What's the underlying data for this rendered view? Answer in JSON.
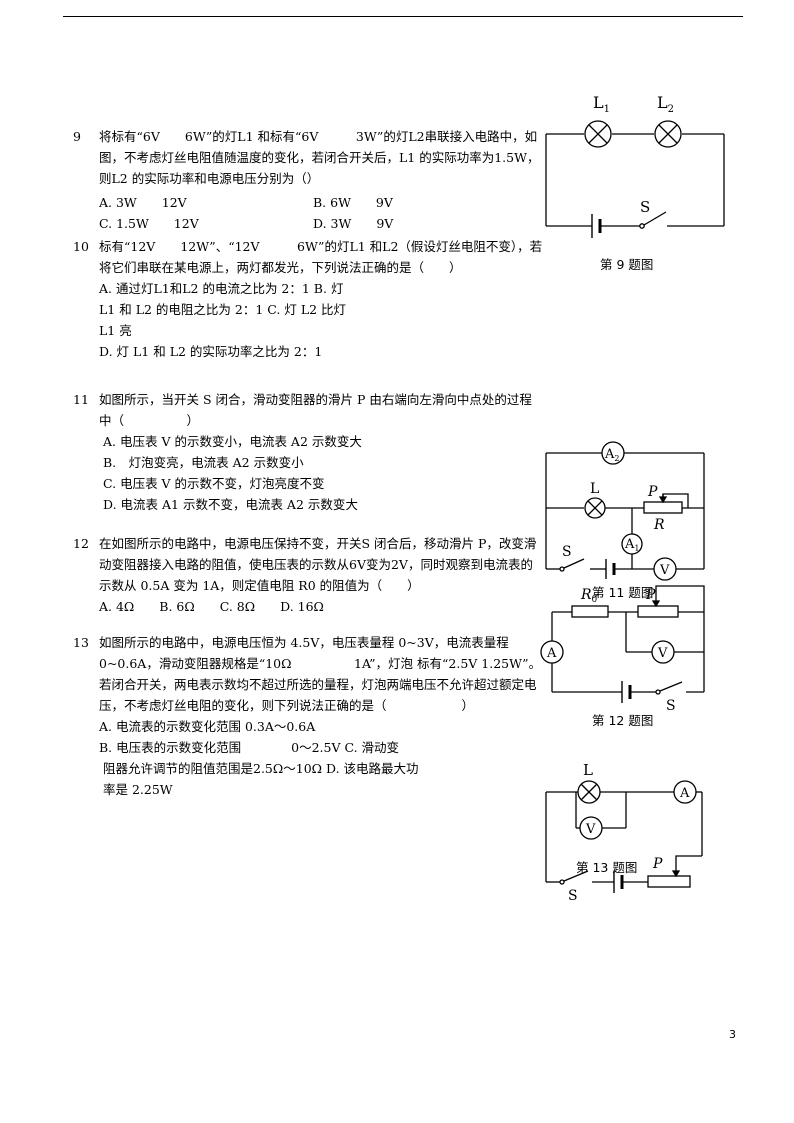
{
  "page_number": "3",
  "questions": [
    {
      "num": "9",
      "stem": "将标有“6V　　6W”的灯L1 和标有“6V　　　3W”的灯L2串联接入电路中，如图，不考虑灯丝电阻值随温度的变化，若闭合开关后，L1 的实际功率为1.5W，则L2 的实际功率和电源电压分别为（）",
      "opt_a": "A. 3W　　12V",
      "opt_b": "B. 6W　　9V",
      "opt_c": "C. 1.5W　　12V",
      "opt_d": "D. 3W　　9V"
    },
    {
      "num": "10",
      "stem": "标有“12V　　12W”、“12V　　　6W”的灯L1 和L2（假设灯丝电阻不变），若将它们串联在某电源上，两灯都发光，下列说法正确的是（　　）",
      "line_a": "A. 通过灯L1和L2 的电流之比为 2：1 B. 灯",
      "line_b": "L1 和 L2 的电阻之比为 2：1 C. 灯 L2 比灯",
      "line_c": "L1 亮",
      "line_d": "D. 灯 L1 和 L2 的实际功率之比为 2：1"
    },
    {
      "num": "11",
      "stem": "如图所示，当开关 S 闭合，滑动变阻器的滑片 P 由右端向左滑向中点处的过程中（　　　　　）",
      "opt_a": "A. 电压表 V 的示数变小，电流表 A2 示数变大",
      "opt_b": "B.　灯泡变亮，电流表 A2 示数变小",
      "opt_c": "C. 电压表 V 的示数不变，灯泡亮度不变",
      "opt_d": "D. 电流表 A1 示数不变，电流表 A2 示数变大"
    },
    {
      "num": "12",
      "stem": "在如图所示的电路中，电源电压保持不变，开关S 闭合后，移动滑片 P，改变滑动变阻器接入电路的阻值，使电压表的示数从6V变为2V，同时观察到电流表的示数从 0.5A 变为 1A，则定值电阻 R0 的阻值为（　　）",
      "options": "A. 4Ω　　B. 6Ω　　C. 8Ω　　D. 16Ω"
    },
    {
      "num": "13",
      "stem": "如图所示的电路中，电源电压恒为 4.5V，电压表量程 0~3V，电流表量程 0~0.6A，滑动变阻器规格是“10Ω　　　　　1A”，灯泡 标有“2.5V 1.25W”。若闭合开关，两电表示数均不超过所选的量程，灯泡两端电压不允许超过额定电压，不考虑灯丝电阻的变化，则下列说法正确的是（　　　　　　）　　　　　A. 电流表的示数变化范围 0.3A～0.6A",
      "line_b": "B. 电压表的示数变化范围　　　　0～2.5V C. 滑动变",
      "line_c": "阻器允许调节的阻值范围是2.5Ω～10Ω D. 该电路最大功",
      "line_d": "率是 2.25W"
    }
  ],
  "figures": {
    "fig9": {
      "caption": "第 9 题图",
      "L1": "L",
      "L1_sub": "1",
      "L2": "L",
      "L2_sub": "2",
      "S": "S"
    },
    "fig11": {
      "caption": "第 11 题图",
      "A2": "A",
      "A2_sub": "2",
      "A1": "A",
      "A1_sub": "1",
      "L": "L",
      "P": "P",
      "R": "R",
      "S": "S",
      "V": "V"
    },
    "fig12": {
      "caption": "第 12 题图",
      "R0": "R",
      "R0_sub": "0",
      "P": "P",
      "A": "A",
      "V": "V",
      "S": "S"
    },
    "fig13": {
      "caption": "第 13 题图",
      "L": "L",
      "A": "A",
      "V": "V",
      "P": "P",
      "S": "S"
    }
  }
}
